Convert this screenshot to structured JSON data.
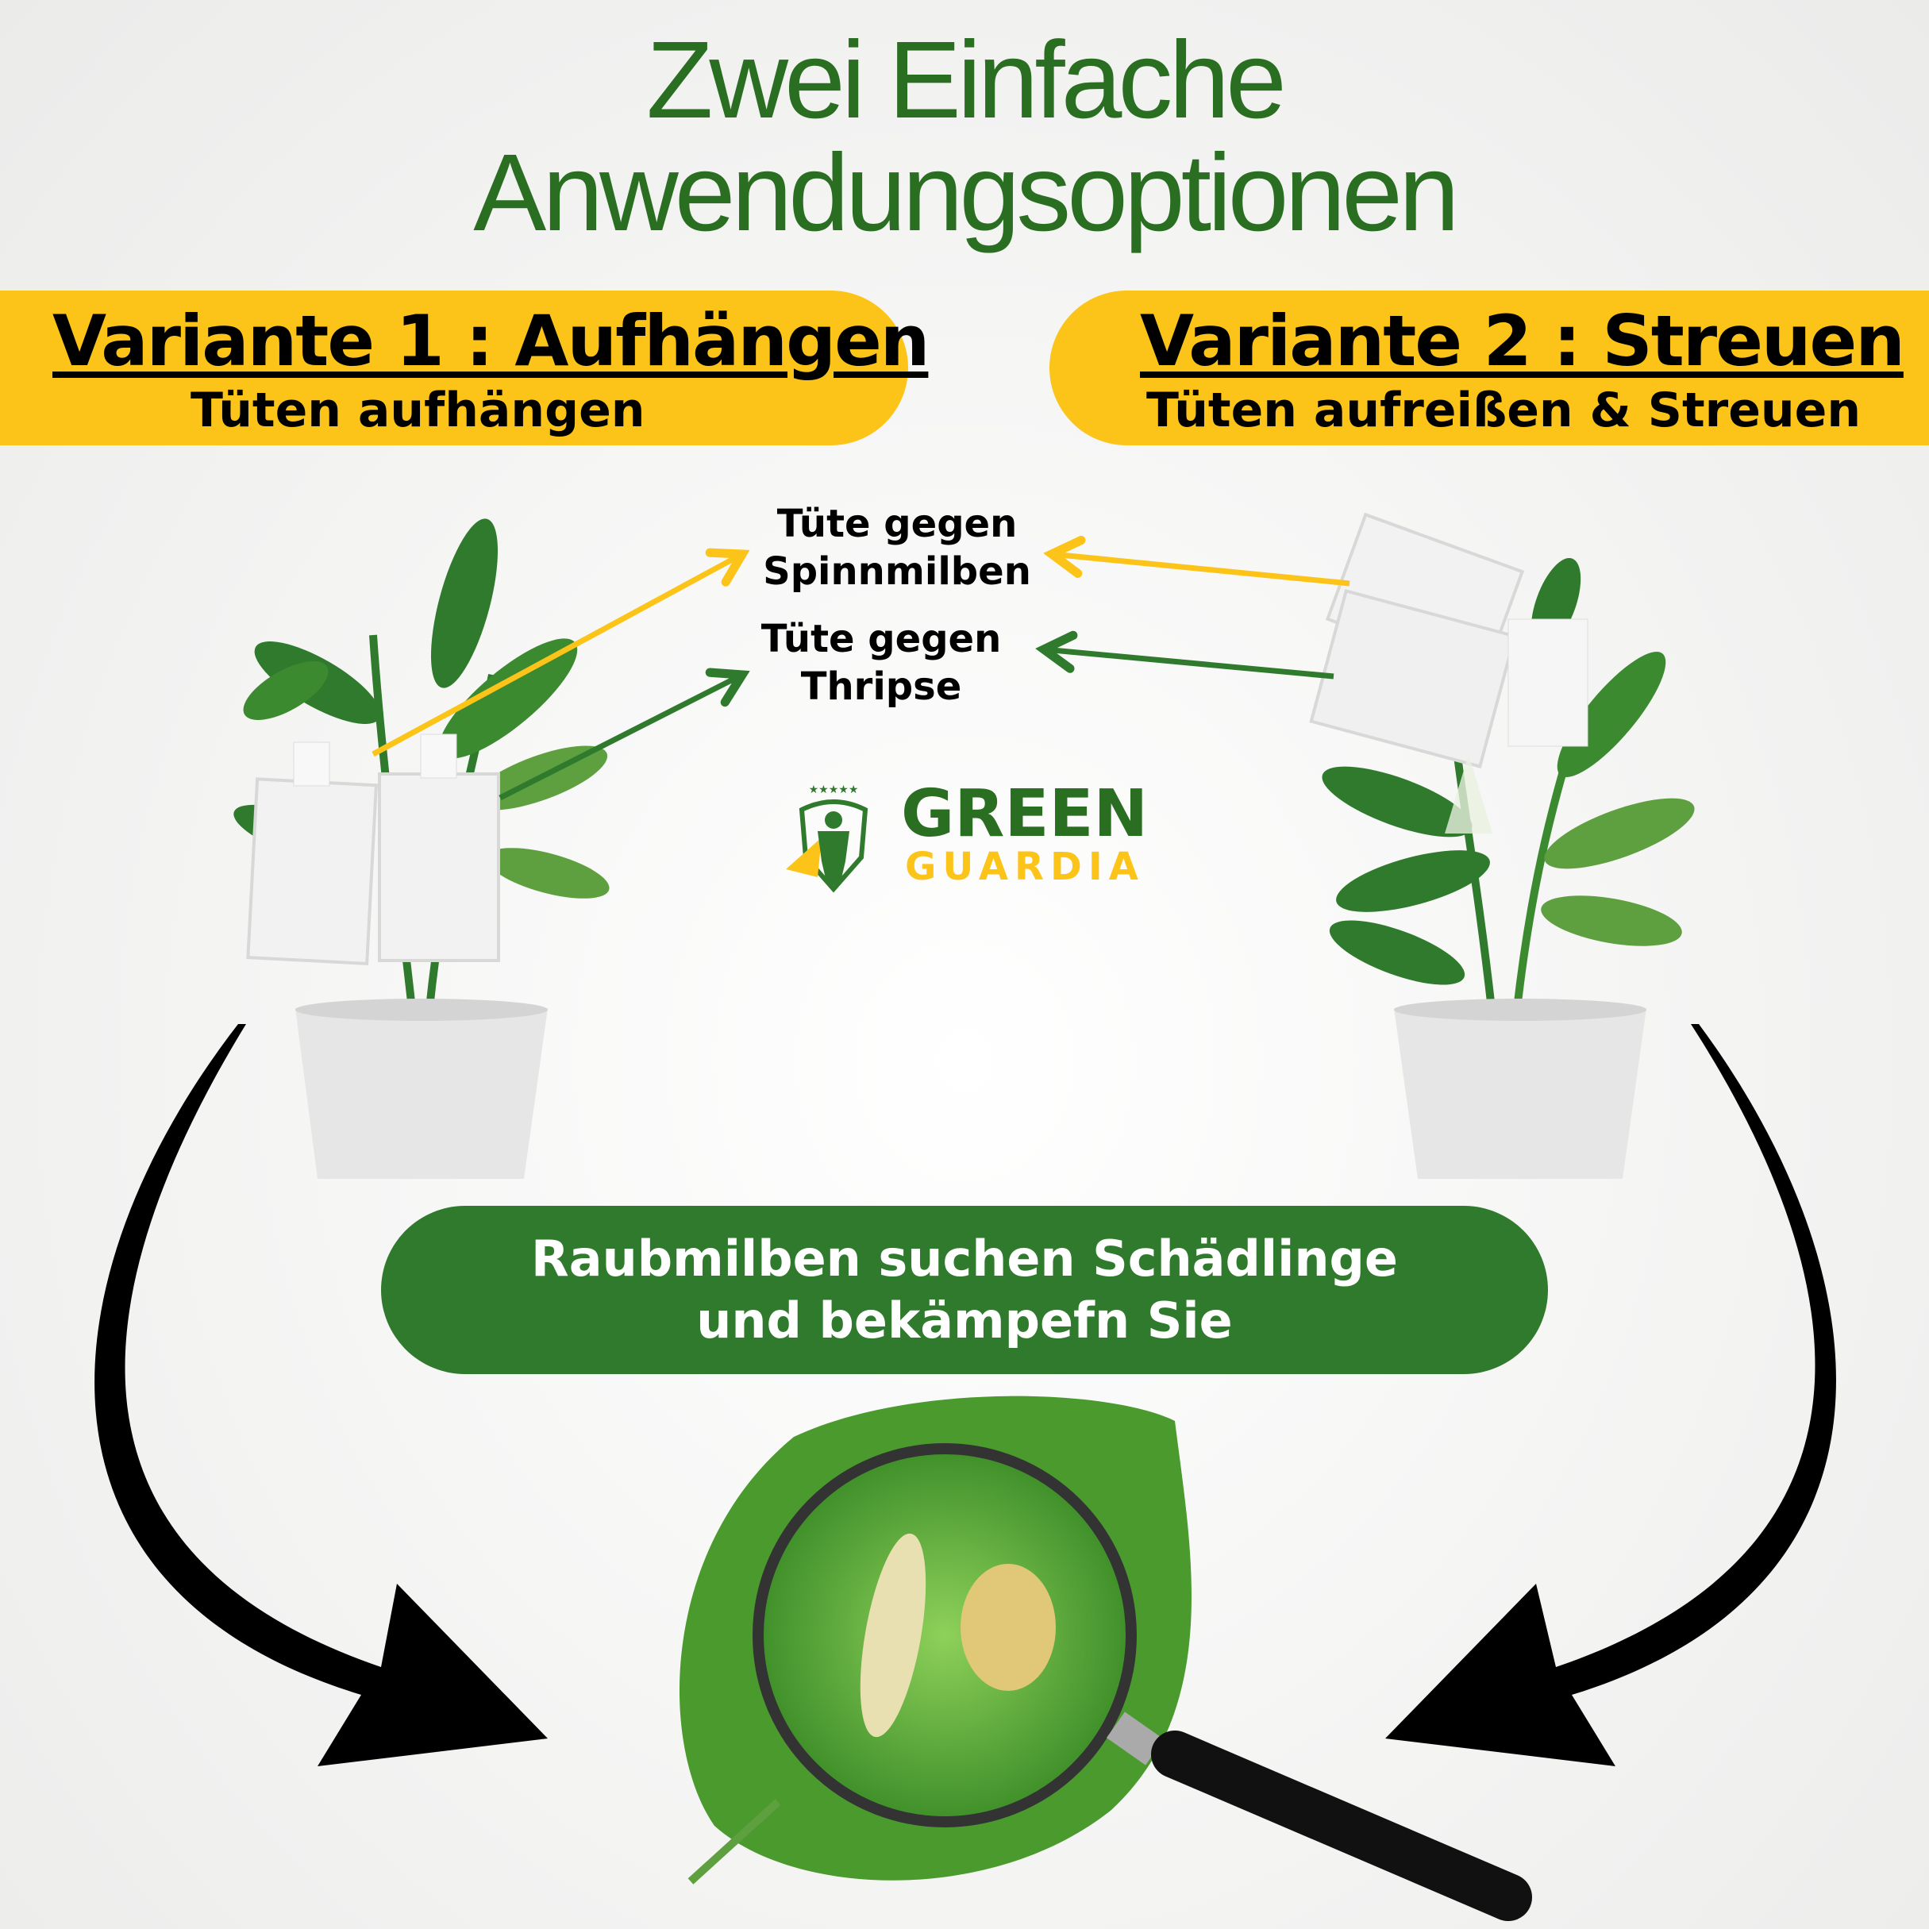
{
  "title": {
    "line1": "Zwei Einfache",
    "line2": "Anwendungsoptionen"
  },
  "variant1": {
    "heading": "Variante 1 : Aufhängen",
    "subtitle": "Tüten aufhängen"
  },
  "variant2": {
    "heading": "Variante 2 : Streuen",
    "subtitle": "Tüten aufreißen & Streuen"
  },
  "labels": {
    "spider_mites": {
      "line1": "Tüte gegen",
      "line2": "Spinnmilben"
    },
    "thrips": {
      "line1": "Tüte gegen",
      "line2": "Thripse"
    }
  },
  "logo": {
    "word1": "GREEN",
    "word2": "GUARDIA"
  },
  "result_banner": {
    "line1": "Raubmilben suchen Schädlinge",
    "line2": "und bekämpefn Sie"
  },
  "colors": {
    "green": "#2f7a2c",
    "title_green": "#2a6e22",
    "yellow": "#fcc419",
    "black": "#000000"
  }
}
